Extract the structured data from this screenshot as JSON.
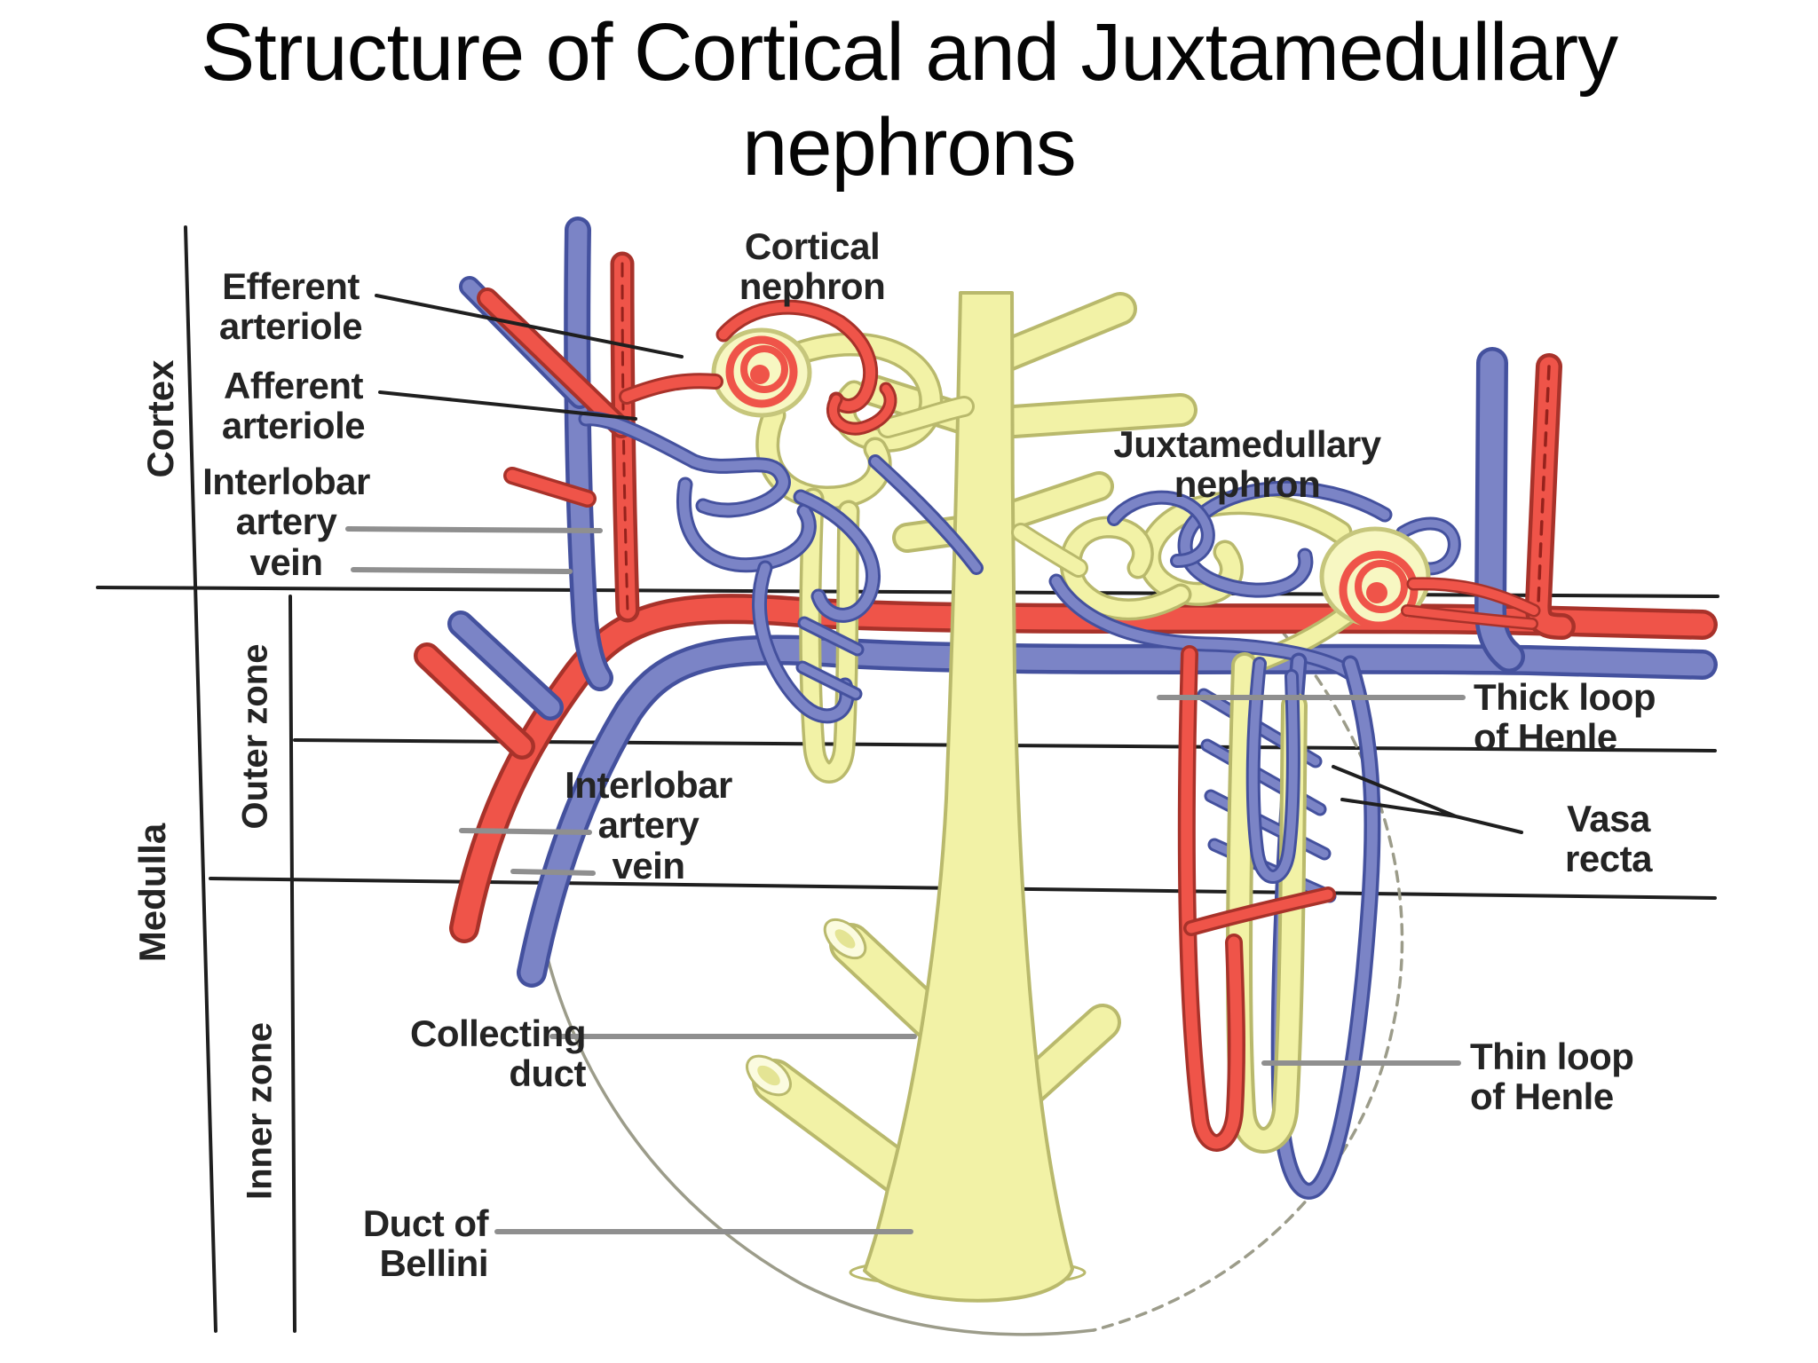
{
  "title": "Structure of Cortical and Juxtamedullary\nnephrons",
  "diagram": {
    "labels": {
      "cortical_nephron": "Cortical\nnephron",
      "juxtamedullary_nephron": "Juxtamedullary\nnephron",
      "efferent_arteriole": "Efferent\narteriole",
      "afferent_arteriole": "Afferent\narteriole",
      "interlobar_cortex": "Interlobar\nartery\nvein",
      "interlobar_medulla": "Interlobar\nartery\nvein",
      "collecting_duct": "Collecting\nduct",
      "duct_of_bellini": "Duct of\nBellini",
      "thick_loop_of_henle": "Thick loop\nof Henle",
      "vasa_recta": "Vasa\nrecta",
      "thin_loop_of_henle": "Thin loop\nof Henle"
    },
    "regions": {
      "cortex": "Cortex",
      "medulla": "Medulla",
      "outer_zone": "Outer zone",
      "inner_zone": "Inner zone"
    }
  },
  "colors": {
    "artery_red": "#ef5449",
    "artery_dark": "#a8322a",
    "vein_blue": "#7b84c6",
    "vein_dark": "#44519e",
    "tubule_yellow": "#f2f2a6",
    "tubule_dark": "#b9b96c",
    "capsule_fill": "#f7f7c2",
    "capsule_stroke": "#c6c67c",
    "opening_fill": "#fbfbdf",
    "opening_inner": "#e4e494",
    "line_black": "#1f1f1f",
    "leader_gray": "#8f8f8f",
    "outline_gray": "#9c9c8a",
    "title_black": "#050505",
    "label_black": "#242424"
  }
}
